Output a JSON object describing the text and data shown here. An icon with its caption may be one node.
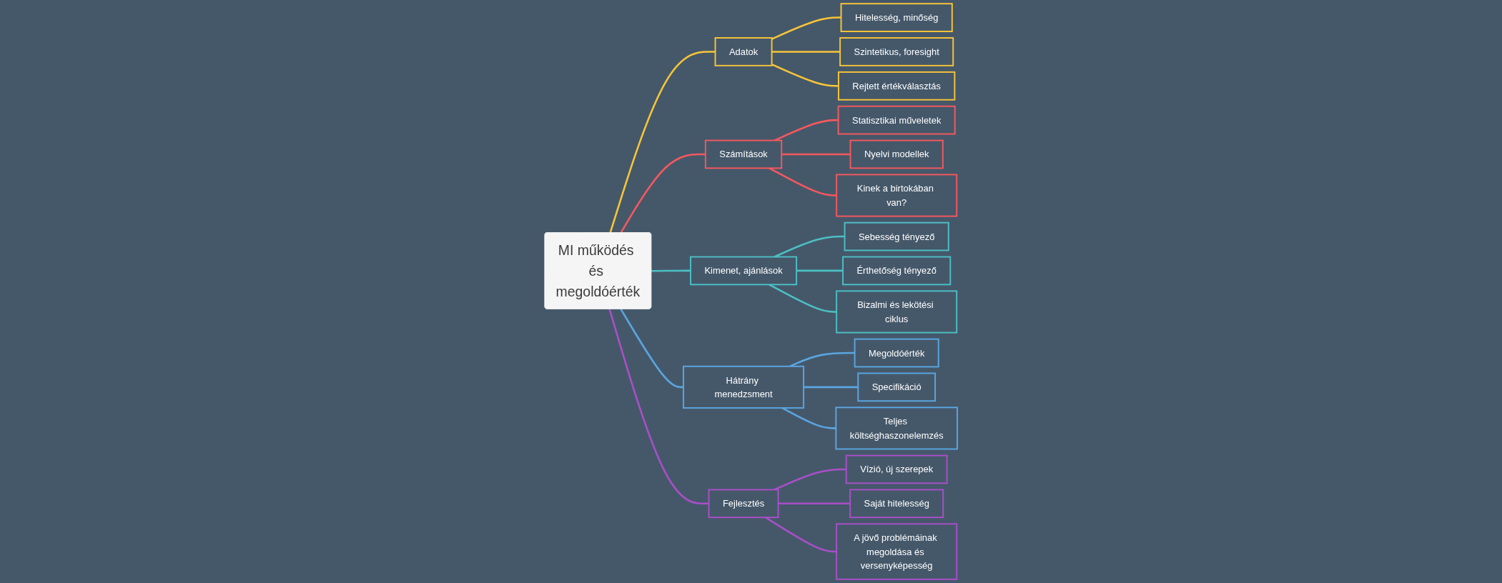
{
  "diagram": {
    "nodes": [
      {
        "text": [
          "MI működés és megoldóérték"
        ]
      },
      {
        "text": [
          "Adatok"
        ]
      },
      {
        "text": [
          "Hitelesség, minőség"
        ]
      },
      {
        "text": [
          "Szintetikus, foresight"
        ]
      },
      {
        "text": [
          "Rejtett értékválasztás"
        ]
      },
      {
        "text": [
          "Számítások"
        ]
      },
      {
        "text": [
          "Statisztikai műveletek"
        ]
      },
      {
        "text": [
          "Nyelvi modellek"
        ]
      },
      {
        "text": [
          "Kinek a birtokában van?"
        ]
      },
      {
        "text": [
          "Kimenet, ajánlások"
        ]
      },
      {
        "text": [
          "Sebesség tényező"
        ]
      },
      {
        "text": [
          "Érthetőség tényező"
        ]
      },
      {
        "text": [
          "Bizalmi és lekötési ciklus"
        ]
      },
      {
        "text": [
          "Hátrány menedzsment"
        ]
      },
      {
        "text": [
          "Megoldóérték"
        ]
      },
      {
        "text": [
          "Specifikáció"
        ]
      },
      {
        "text": [
          "Teljes költséghaszonelemzés"
        ]
      },
      {
        "text": [
          "Fejlesztés"
        ]
      },
      {
        "text": [
          "Vízió, új szerepek"
        ]
      },
      {
        "text": [
          "Saját hitelesség"
        ]
      },
      {
        "text": [
          "A jövő problémáinak megoldása és versenyképesség"
        ]
      }
    ],
    "edges": [
      {
        "from": 0,
        "to": 1,
        "arrow": "none",
        "color": "#f7c538"
      },
      {
        "from": 1,
        "to": 2,
        "arrow": "none",
        "color": "#f7c538"
      },
      {
        "from": 1,
        "to": 3,
        "arrow": "none",
        "color": "#f7c538"
      },
      {
        "from": 1,
        "to": 4,
        "arrow": "none",
        "color": "#f7c538"
      },
      {
        "from": 0,
        "to": 5,
        "arrow": "none",
        "color": "#f5585e"
      },
      {
        "from": 5,
        "to": 6,
        "arrow": "none",
        "color": "#f5585e"
      },
      {
        "from": 5,
        "to": 7,
        "arrow": "none",
        "color": "#f5585e"
      },
      {
        "from": 5,
        "to": 8,
        "arrow": "none",
        "color": "#f5585e"
      },
      {
        "from": 0,
        "to": 9,
        "arrow": "none",
        "color": "#4dbfc4"
      },
      {
        "from": 9,
        "to": 10,
        "arrow": "none",
        "color": "#4dbfc4"
      },
      {
        "from": 9,
        "to": 11,
        "arrow": "none",
        "color": "#4dbfc4"
      },
      {
        "from": 9,
        "to": 12,
        "arrow": "none",
        "color": "#4dbfc4"
      },
      {
        "from": 0,
        "to": 13,
        "arrow": "none",
        "color": "#5aa6e0"
      },
      {
        "from": 13,
        "to": 14,
        "arrow": "none",
        "color": "#5aa6e0"
      },
      {
        "from": 13,
        "to": 15,
        "arrow": "none",
        "color": "#5aa6e0"
      },
      {
        "from": 13,
        "to": 16,
        "arrow": "none",
        "color": "#5aa6e0"
      },
      {
        "from": 0,
        "to": 17,
        "arrow": "none",
        "color": "#a94fc8"
      },
      {
        "from": 17,
        "to": 18,
        "arrow": "none",
        "color": "#a94fc8"
      },
      {
        "from": 17,
        "to": 19,
        "arrow": "none",
        "color": "#a94fc8"
      },
      {
        "from": 17,
        "to": 20,
        "arrow": "none",
        "color": "#a94fc8"
      }
    ]
  }
}
